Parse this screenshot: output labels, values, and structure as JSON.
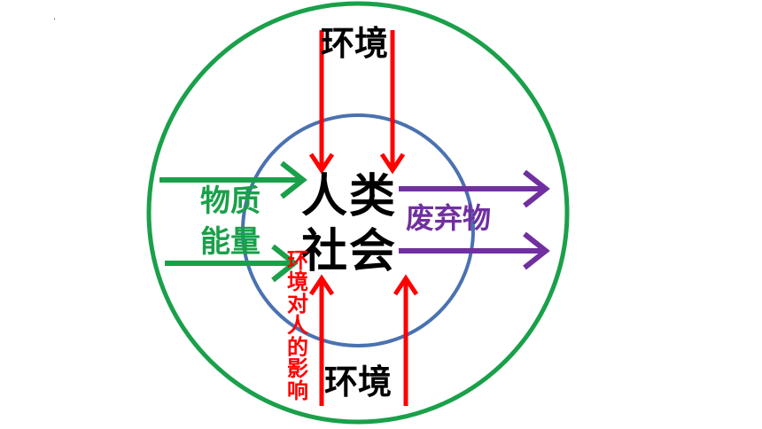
{
  "diagram": {
    "center_line1": "人类",
    "center_line2": "社会",
    "environment_top": "环境",
    "environment_bottom": "环境",
    "input_line1": "物质",
    "input_line2": "能量",
    "output": "废弃物",
    "influence": "环境对人的影响",
    "corner_mark": "·"
  },
  "colors": {
    "outer_circle": "#1aa04a",
    "inner_circle": "#4a72b0",
    "input_arrows": "#1aa04a",
    "environment_arrows": "#ff0000",
    "output_arrows": "#7030a0",
    "text": "#000000"
  }
}
